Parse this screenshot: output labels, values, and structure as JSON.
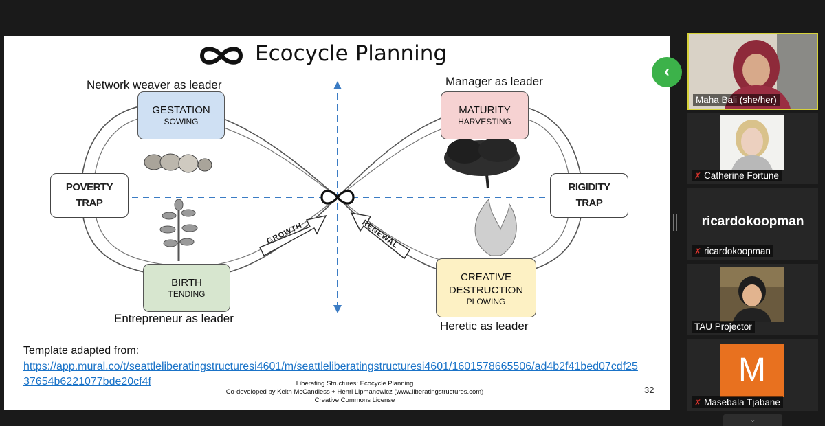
{
  "slide": {
    "title": "Ecocycle Planning",
    "leaders": {
      "top_left": "Network weaver as leader",
      "top_right": "Manager as leader",
      "bottom_left": "Entrepreneur as leader",
      "bottom_right": "Heretic as leader"
    },
    "phases": {
      "gestation": {
        "title": "GESTATION",
        "sub": "SOWING",
        "color": "#cfe0f3"
      },
      "maturity": {
        "title": "MATURITY",
        "sub": "HARVESTING",
        "color": "#f6d2d2"
      },
      "birth": {
        "title": "BIRTH",
        "sub": "TENDING",
        "color": "#d7e6cf"
      },
      "destruction": {
        "title_1": "CREATIVE",
        "title_2": "DESTRUCTION",
        "sub": "PLOWING",
        "color": "#fdf1c4"
      }
    },
    "traps": {
      "poverty_1": "POVERTY",
      "poverty_2": "TRAP",
      "rigidity_1": "RIGIDITY",
      "rigidity_2": "TRAP"
    },
    "arrows": {
      "growth": "GROWTH",
      "renewal": "RENEWAL"
    },
    "template_label": "Template adapted from:",
    "template_url": "https://app.mural.co/t/seattleliberatingstructuresi4601/m/seattleliberatingstructuresi4601/1601578665506/ad4b2f41bed07cdf2537654b6221077bde20cf4f",
    "credits": {
      "line1": "Liberating Structures: Ecocycle Planning",
      "line2": "Co-developed by Keith McCandless + Henri Lipmanowicz (www.liberatingstructures.com)",
      "line3": "Creative Commons License"
    },
    "slide_number": "32"
  },
  "collapse_button": {
    "icon": "chevron-left-icon",
    "glyph": "‹",
    "color": "#3cb24a"
  },
  "participants": [
    {
      "name": "Maha Bali (she/her)",
      "active": true,
      "muted": false
    },
    {
      "name": "Catherine Fortune",
      "muted": true
    },
    {
      "name": "ricardokoopman",
      "display": "ricardokoopman",
      "muted": true
    },
    {
      "name": "TAU Projector",
      "muted": false
    },
    {
      "name": "Masebala Tjabane",
      "avatar_letter": "M",
      "avatar_color": "#e8711f",
      "muted": true
    }
  ],
  "colors": {
    "highlight": "#d6d23a",
    "muted_icon": "#e0342d",
    "link": "#1a73c8",
    "axis": "#3b7cc4"
  }
}
